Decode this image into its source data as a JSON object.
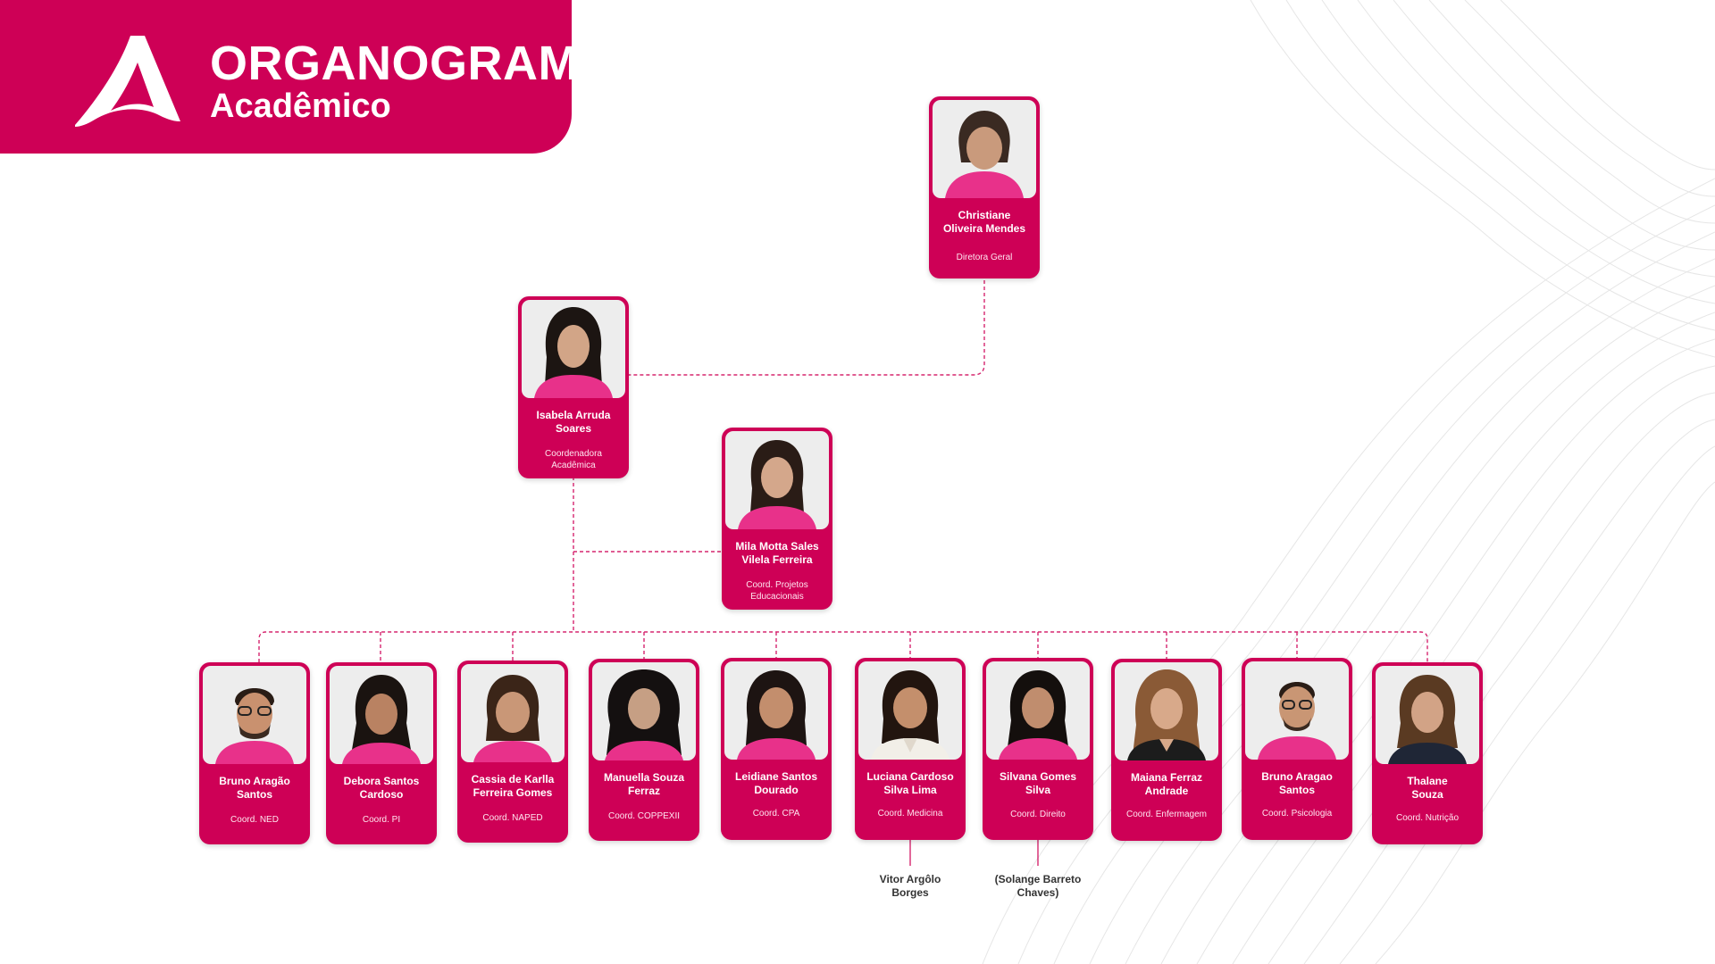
{
  "header": {
    "title": "ORGANOGRAMA",
    "subtitle": "Acadêmico",
    "accent_color": "#CE0056",
    "logo_icon": "logo-a-icon"
  },
  "director": {
    "name_line1": "Christiane",
    "name_line2": "Oliveira Mendes",
    "role": "Diretora Geral"
  },
  "academic_coordinator": {
    "name_line1": "Isabela Arruda",
    "name_line2": "Soares",
    "role_line1": "Coordenadora",
    "role_line2": "Acadêmica"
  },
  "projects_coordinator": {
    "name_line1": "Mila Motta Sales",
    "name_line2": "Vilela Ferreira",
    "role_line1": "Coord. Projetos",
    "role_line2": "Educacionais"
  },
  "coordinators": [
    {
      "name_line1": "Bruno Aragão",
      "name_line2": "Santos",
      "role": "Coord. NED"
    },
    {
      "name_line1": "Debora Santos",
      "name_line2": "Cardoso",
      "role": "Coord. PI"
    },
    {
      "name_line1": "Cassia de Karlla",
      "name_line2": "Ferreira Gomes",
      "role": "Coord. NAPED"
    },
    {
      "name_line1": "Manuella Souza",
      "name_line2": "Ferraz",
      "role": "Coord. COPPEXII"
    },
    {
      "name_line1": "Leidiane Santos",
      "name_line2": "Dourado",
      "role": "Coord. CPA"
    },
    {
      "name_line1": "Luciana Cardoso",
      "name_line2": "Silva Lima",
      "role": "Coord. Medicina"
    },
    {
      "name_line1": "Silvana Gomes",
      "name_line2": "Silva",
      "role": "Coord. Direito"
    },
    {
      "name_line1": "Maiana Ferraz",
      "name_line2": "Andrade",
      "role": "Coord. Enfermagem"
    },
    {
      "name_line1": "Bruno Aragao",
      "name_line2": "Santos",
      "role": "Coord. Psicologia"
    },
    {
      "name_line1": "Thalane",
      "name_line2": "Souza",
      "role": "Coord. Nutrição"
    }
  ],
  "sub_members": [
    {
      "line1": "Vitor Argôlo",
      "line2": "Borges"
    },
    {
      "line1": "(Solange Barreto",
      "line2": "Chaves)"
    }
  ]
}
